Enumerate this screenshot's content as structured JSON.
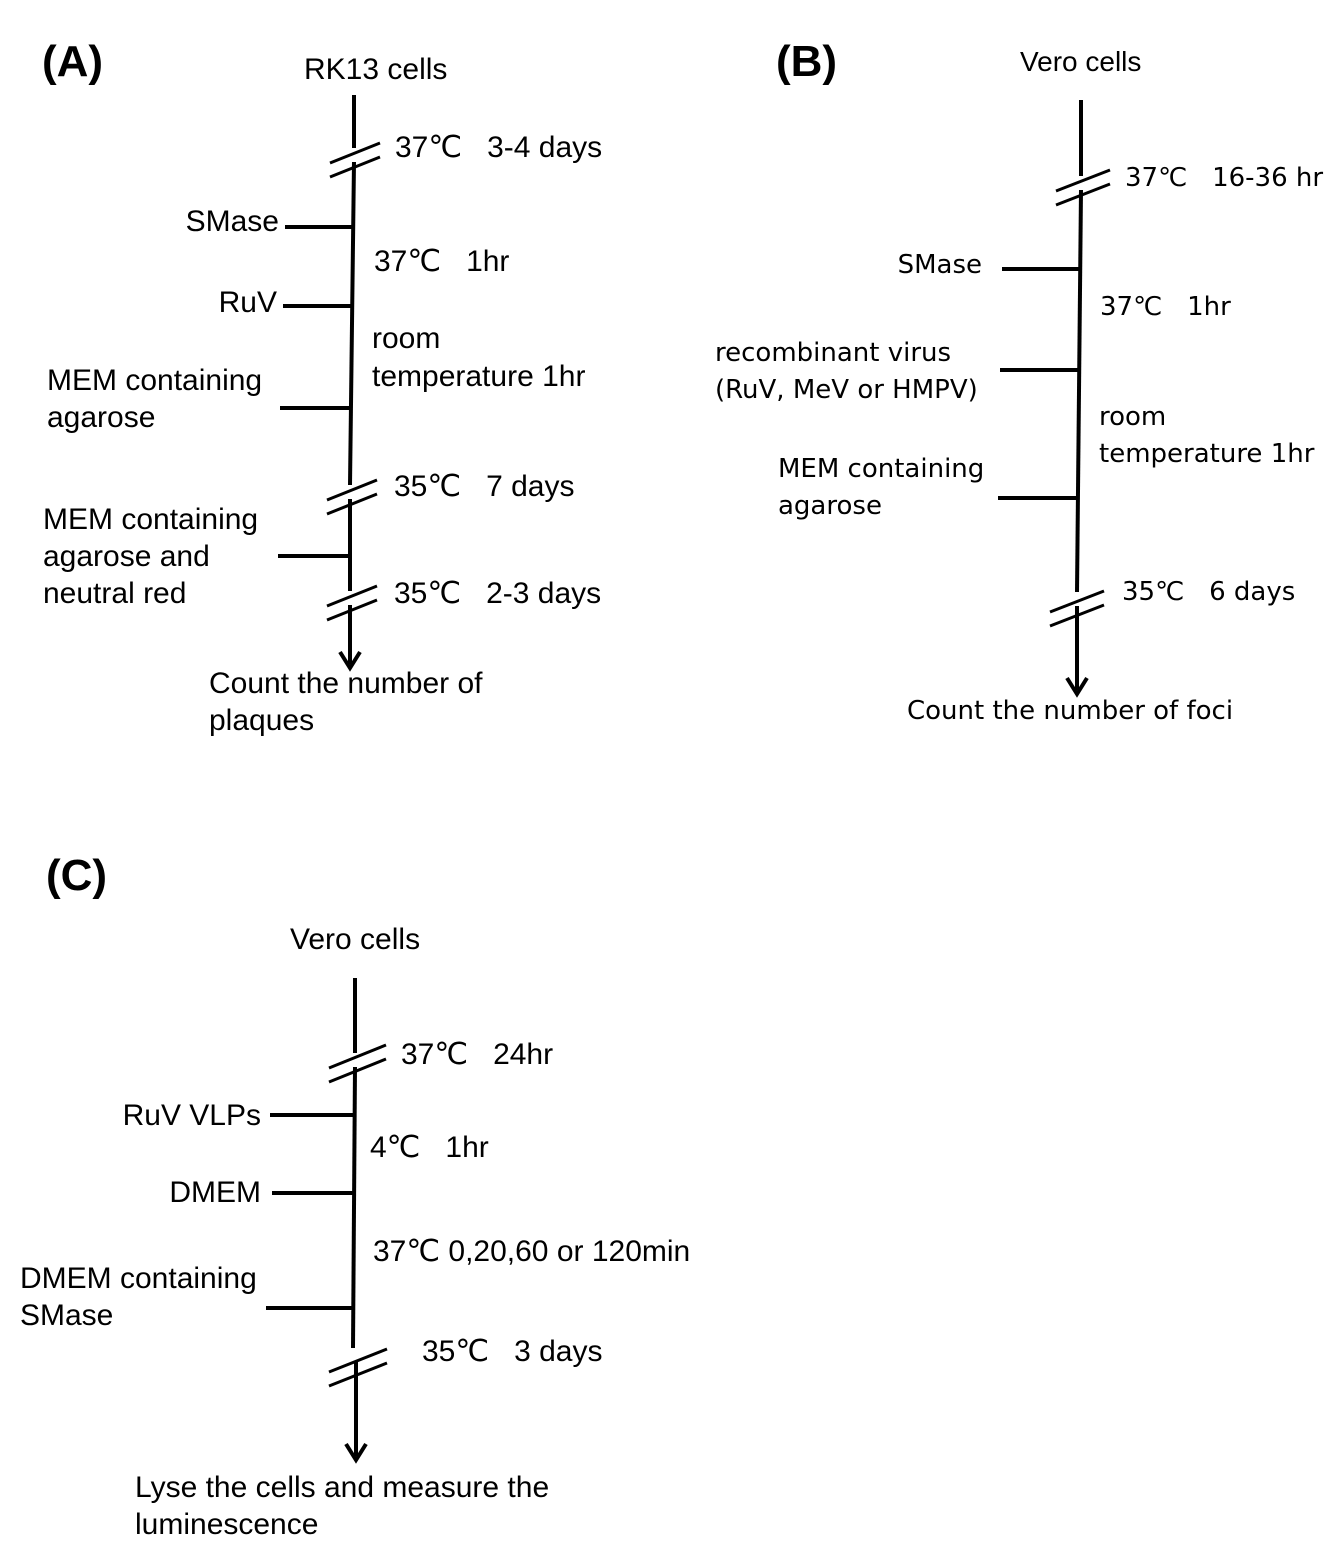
{
  "panels": {
    "a": {
      "label": "(A)",
      "start": "RK13 cells",
      "step1_cond": "37℃   3-4 days",
      "reagent1": "SMase",
      "step2_cond": "37℃   1hr",
      "reagent2": "RuV",
      "step3_cond_1": "room",
      "step3_cond_2": "temperature 1hr",
      "reagent3_1": "MEM containing",
      "reagent3_2": "agarose",
      "step4_cond": "35℃   7 days",
      "reagent4_1": "MEM containing",
      "reagent4_2": "agarose and",
      "reagent4_3": "neutral red",
      "step5_cond": "35℃   2-3 days",
      "end_1": "Count the number of",
      "end_2": "plaques"
    },
    "b": {
      "label": "(B)",
      "start": "Vero cells",
      "step1_cond": "37℃   16-36 hr",
      "reagent1": "SMase",
      "step2_cond": "37℃   1hr",
      "reagent2_1": "recombinant virus",
      "reagent2_2": "(RuV, MeV or HMPV)",
      "step3_cond_1": "room",
      "step3_cond_2": "temperature 1hr",
      "reagent3_1": "MEM containing",
      "reagent3_2": "agarose",
      "step4_cond": "35℃   6 days",
      "end": "Count the number of foci"
    },
    "c": {
      "label": "(C)",
      "start": "Vero cells",
      "step1_cond": "37℃   24hr",
      "reagent1": "RuV VLPs",
      "step2_cond": "4℃   1hr",
      "reagent2": "DMEM",
      "step3_cond": "37℃ 0,20,60 or 120min",
      "reagent3_1": "DMEM containing",
      "reagent3_2": "SMase",
      "step4_cond": "35℃   3 days",
      "end_1": "Lyse the cells and measure the",
      "end_2": "luminescence"
    }
  }
}
